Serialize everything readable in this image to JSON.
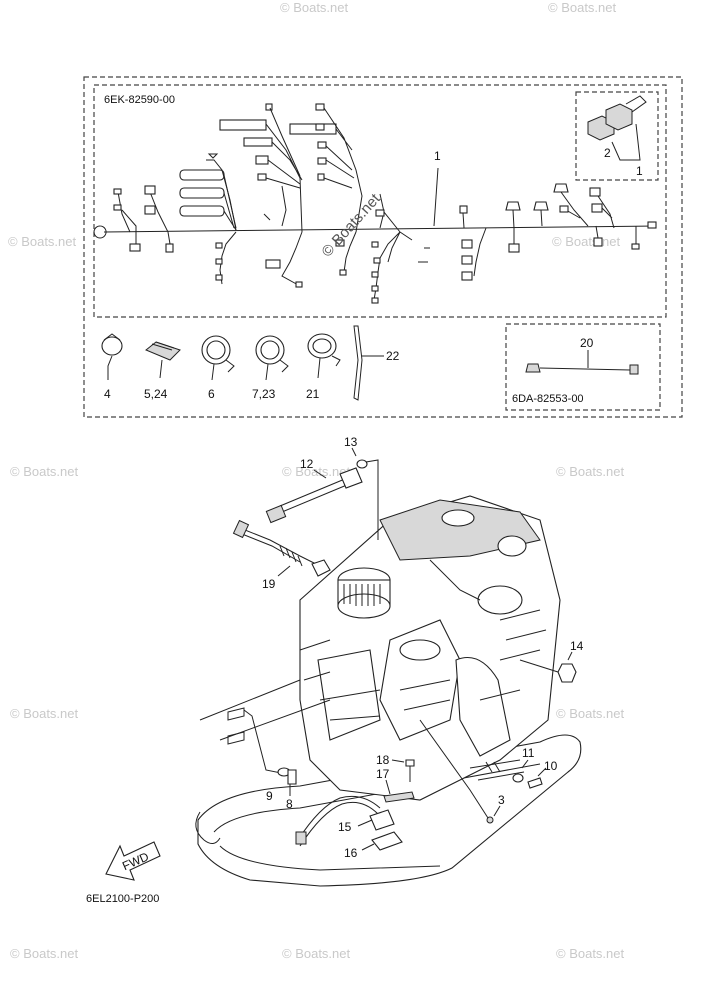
{
  "diagram": {
    "harness_code": "6EK-82590-00",
    "sub_harness_code": "6DA-82553-00",
    "figure_code": "6EL2100-P200",
    "fwd_label": "FWD",
    "watermark": "© Boats.net",
    "callouts": {
      "c1": "1",
      "c1b": "1",
      "c2": "2",
      "c3": "3",
      "c4": "4",
      "c5": "5,24",
      "c6": "6",
      "c7": "7,23",
      "c8": "8",
      "c9": "9",
      "c10": "10",
      "c11": "11",
      "c12": "12",
      "c13": "13",
      "c14": "14",
      "c15": "15",
      "c16": "16",
      "c17": "17",
      "c18": "18",
      "c19": "19",
      "c20": "20",
      "c21": "21",
      "c22": "22"
    }
  }
}
